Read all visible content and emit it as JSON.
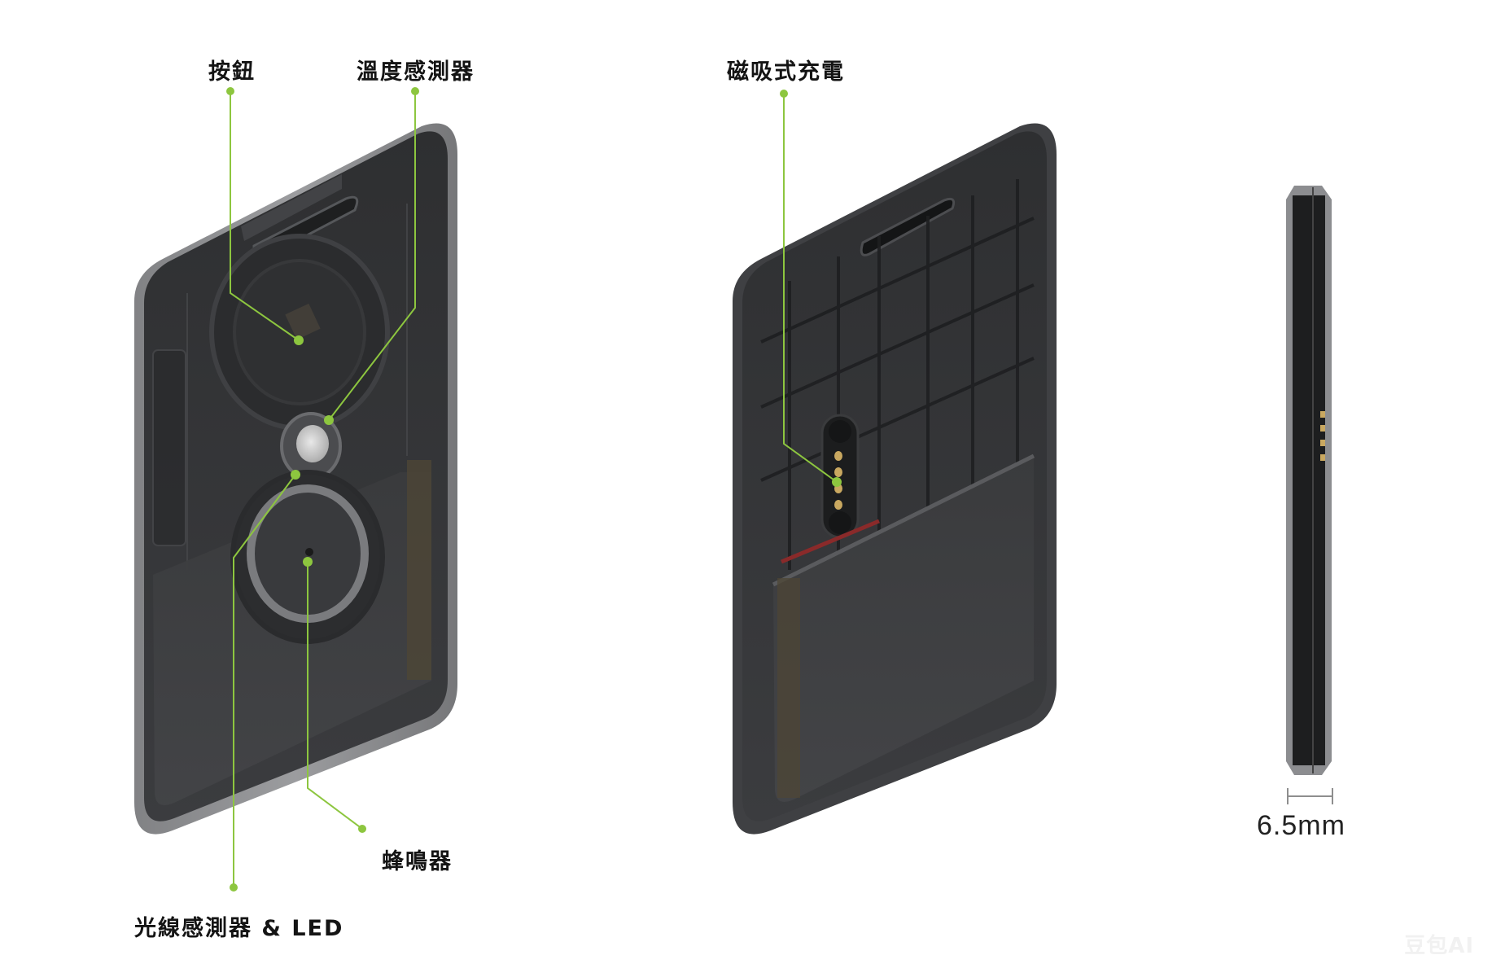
{
  "callouts": {
    "button": "按鈕",
    "temperature_sensor": "溫度感測器",
    "magnetic_charging": "磁吸式充電",
    "buzzer": "蜂鳴器",
    "light_sensor_led": "光線感測器 & LED"
  },
  "dimension": {
    "thickness": "6.5mm"
  },
  "colors": {
    "callout_accent": "#8dc63f",
    "device_body": "#3a3b3d",
    "device_frame": "#5a5b5e",
    "label_text": "#141414"
  },
  "views": [
    {
      "name": "front-view",
      "description": "translucent card tracker, front"
    },
    {
      "name": "back-view",
      "description": "translucent card tracker, back"
    },
    {
      "name": "side-view",
      "description": "card tracker, side profile"
    }
  ],
  "watermark": "豆包AI"
}
